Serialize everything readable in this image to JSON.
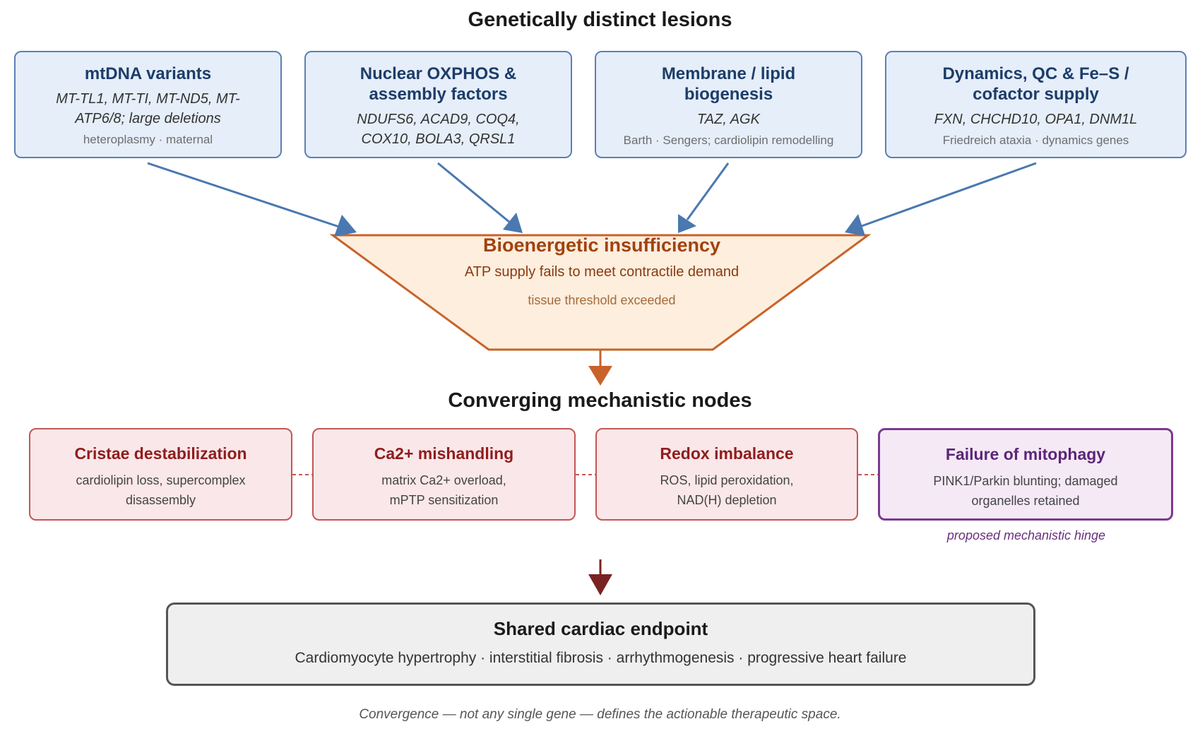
{
  "top_heading": "Genetically distinct lesions",
  "lesions": [
    {
      "title": "mtDNA variants",
      "genes": "MT-TL1, MT-TI, MT-ND5, MT-ATP6/8; large deletions",
      "note": "heteroplasmy · maternal"
    },
    {
      "title": "Nuclear OXPHOS & assembly factors",
      "genes": "NDUFS6, ACAD9, COQ4, COX10, BOLA3, QRSL1",
      "note": ""
    },
    {
      "title": "Membrane / lipid biogenesis",
      "genes": "TAZ, AGK",
      "note": "Barth · Sengers; cardiolipin remodelling"
    },
    {
      "title": "Dynamics, QC & Fe–S / cofactor supply",
      "genes": "FXN, CHCHD10, OPA1, DNM1L",
      "note": "Friedreich ataxia · dynamics genes"
    }
  ],
  "bioenergetic": {
    "title": "Bioenergetic insufficiency",
    "subtitle": "ATP supply fails to meet contractile demand",
    "threshold": "tissue threshold exceeded"
  },
  "mid_heading": "Converging mechanistic nodes",
  "nodes": [
    {
      "title": "Cristae destabilization",
      "body": "cardiolipin loss, supercomplex disassembly"
    },
    {
      "title": "Ca2+ mishandling",
      "body": "matrix Ca2+ overload, mPTP sensitization"
    },
    {
      "title": "Redox imbalance",
      "body": "ROS, lipid peroxidation, NAD(H) depletion"
    },
    {
      "title": "Failure of mitophagy",
      "body": "PINK1/Parkin blunting; damaged organelles retained"
    }
  ],
  "hinge_label": "proposed mechanistic hinge",
  "endpoint": {
    "title": "Shared cardiac endpoint",
    "body": "Cardiomyocyte hypertrophy · interstitial fibrosis · arrhythmogenesis · progressive heart failure"
  },
  "footer": "Convergence — not any single gene — defines the actionable therapeutic space.",
  "colors": {
    "lesion_fill": "#e5eef9",
    "lesion_border": "#5b80b4",
    "lesion_arrow": "#4a78b0",
    "bio_fill": "#fdeedd",
    "bio_border": "#c8632a",
    "node_fill": "#fae7e9",
    "node_border": "#c35656",
    "mitophagy_fill": "#f5e9f6",
    "mitophagy_border": "#7b3a8e",
    "endpoint_fill": "#efefef",
    "endpoint_border": "#555555"
  }
}
